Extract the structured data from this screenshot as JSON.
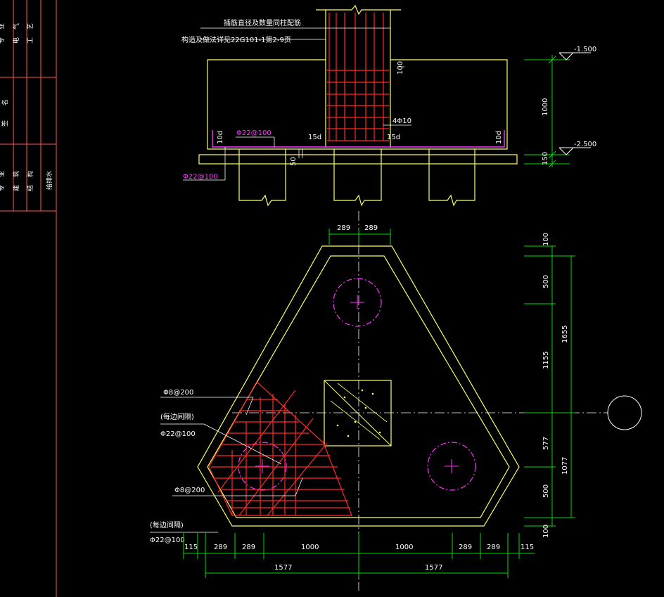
{
  "colors": {
    "background": "#000000",
    "concrete_outline": "#ffff66",
    "rebar": "#ff2a2a",
    "dimension": "#00dd00",
    "magenta": "#ff33ff",
    "white": "#ffffff",
    "frame": "#ff5555"
  },
  "title_block": {
    "rows": [
      [
        "专",
        "业",
        "电",
        "气",
        "工",
        "艺"
      ],
      [
        "签",
        "名"
      ],
      [
        "专",
        "业",
        "建",
        "筑",
        "结",
        "构",
        "给排水"
      ]
    ]
  },
  "section": {
    "note_line1": "插筋直径及数量同柱配筋",
    "note_line2": "构造及做法详见22G101-1第2-9页",
    "elev_top": "-1.500",
    "elev_bottom": "-2.500",
    "dim_1000": "1000",
    "dim_150": "150",
    "dim_100": "100",
    "dim_50": "50",
    "stirrup": "4Φ10",
    "lap_left": "15d",
    "lap_right": "15d",
    "hook_left": "10d",
    "hook_right": "10d",
    "top_bar": "Φ22@100",
    "bottom_bar": "Φ22@100"
  },
  "plan": {
    "top_dims": [
      "289",
      "289"
    ],
    "right_dims_outer": [
      "100",
      "500",
      "1155",
      "577",
      "500",
      "100"
    ],
    "right_dims_inner": [
      "1655",
      "1077"
    ],
    "bottom_dims": [
      "115",
      "289",
      "289",
      "1000",
      "1000",
      "289",
      "289",
      "115"
    ],
    "bottom_totals": [
      "1577",
      "1577"
    ],
    "labels": [
      {
        "key": "l1",
        "text": "Φ8@200"
      },
      {
        "key": "l2",
        "text": "(每边间隔)"
      },
      {
        "key": "l3",
        "text": "Φ22@100"
      },
      {
        "key": "l4",
        "text": "Φ8@200"
      },
      {
        "key": "l5",
        "text": "(每边间隔)"
      },
      {
        "key": "l6",
        "text": "Φ22@100"
      }
    ]
  }
}
